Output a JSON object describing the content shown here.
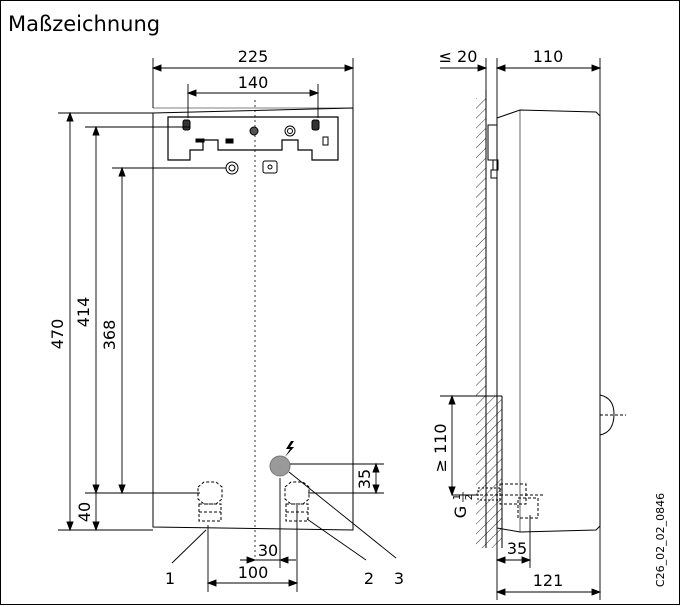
{
  "title": "Maßzeichnung",
  "dimensions": {
    "width_total": "225",
    "bracket_spacing": "140",
    "height_total": "470",
    "height_414": "414",
    "height_368": "368",
    "bottom_40": "40",
    "spacing_100": "100",
    "offset_30": "30",
    "offset_35_front": "35",
    "wall_gap": "≤ 20",
    "depth_top": "110",
    "clearance_110": "≥ 110",
    "thread_g": "G",
    "thread_frac_num": "1",
    "thread_frac_den": "2",
    "depth_35": "35",
    "depth_121": "121"
  },
  "callouts": [
    "1",
    "2",
    "3"
  ],
  "drawing_code": "C26_02_02_0846",
  "colors": {
    "line": "#000000",
    "cable_entry": "#9a9a9a"
  }
}
